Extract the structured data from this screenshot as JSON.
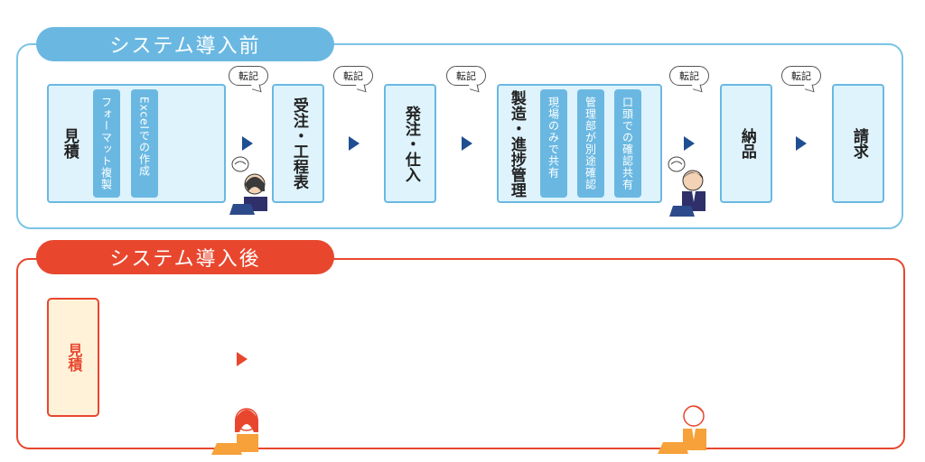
{
  "before": {
    "title": "システム導入前",
    "steps": {
      "estimate": "見積",
      "order_process": "受注・工程表",
      "purchase": "発注・仕入",
      "manufacturing": "製造・進捗管理",
      "delivery": "納品",
      "billing": "請求"
    },
    "estimate_notes": [
      "フォーマット複製",
      "Excelでの作成"
    ],
    "manufacturing_notes": [
      "現場のみで共有",
      "管理部が別途確認",
      "口頭での確認共有"
    ],
    "transcribe_label": "転記"
  },
  "after": {
    "title": "システム導入後",
    "steps": {
      "estimate": "見積"
    }
  },
  "colors": {
    "before_accent": "#6ab8e2",
    "before_fill": "#def3fc",
    "arrow_dark": "#1f4e91",
    "after_accent": "#e8472e",
    "after_fill": "#fff2d9"
  }
}
